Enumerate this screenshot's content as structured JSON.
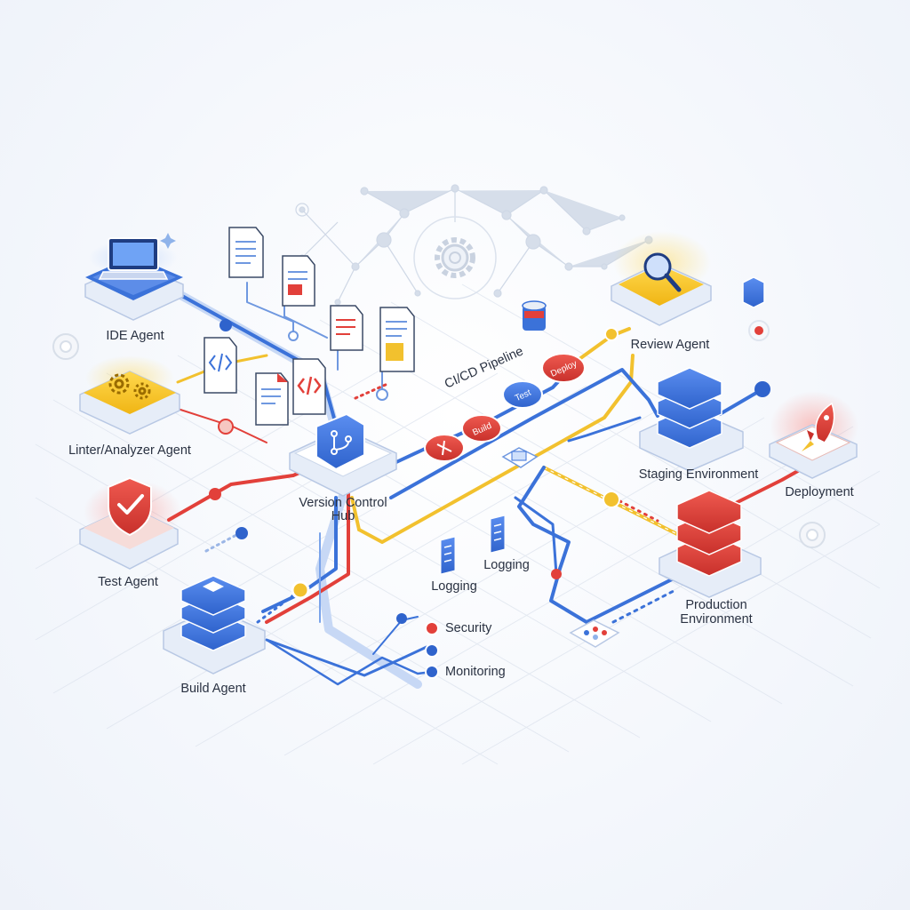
{
  "diagram": {
    "hub": {
      "line1": "Version Control",
      "line2": "Hub"
    },
    "agents": {
      "ide": "IDE Agent",
      "linter": "Linter/Analyzer Agent",
      "test": "Test Agent",
      "build": "Build Agent",
      "review": "Review Agent"
    },
    "environments": {
      "staging": "Staging Environment",
      "production_line1": "Production",
      "production_line2": "Environment",
      "deployment": "Deployment"
    },
    "pipeline": {
      "title": "CI/CD Pipeline",
      "stages": [
        "Build",
        "Test",
        "Deploy"
      ]
    },
    "services": {
      "logging_a": "Logging",
      "logging_b": "Logging",
      "security": "Security",
      "monitoring": "Monitoring"
    },
    "colors": {
      "blue": "#3b72d9",
      "yellow": "#f2c12e",
      "red": "#e2403a",
      "light_blue": "#8fb3ea",
      "platform": "#eef2f8"
    },
    "icons": [
      "laptop-icon",
      "gears-icon",
      "shield-check-icon",
      "server-stack-icon",
      "git-branch-icon",
      "magnifier-icon",
      "rocket-icon",
      "document-icon",
      "code-file-icon",
      "gear-icon",
      "database-icon"
    ]
  }
}
